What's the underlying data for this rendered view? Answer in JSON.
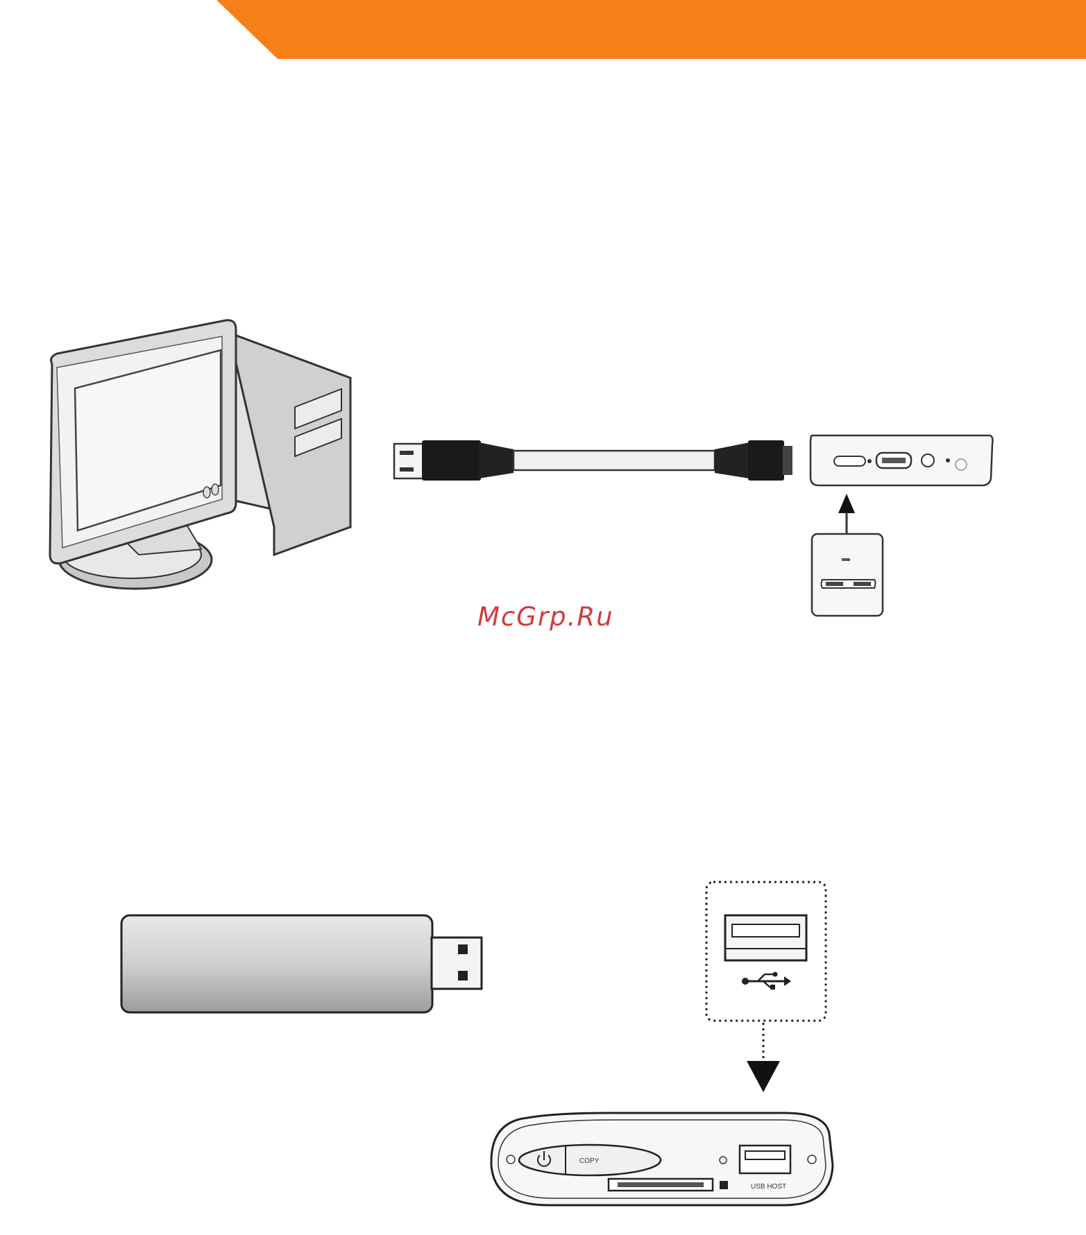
{
  "banner": {
    "color": "#f58017"
  },
  "watermark": {
    "text": "McGrp.Ru",
    "color": "#d23a3a"
  },
  "device_bottom": {
    "copy_label": "COPY",
    "usb_host_label": "USB HOST"
  },
  "icons": {
    "desktop": "desktop-computer-icon",
    "cable": "usb3-cable-icon",
    "flash": "usb-flash-drive-icon",
    "usb": "usb-symbol-icon",
    "power": "power-icon"
  }
}
